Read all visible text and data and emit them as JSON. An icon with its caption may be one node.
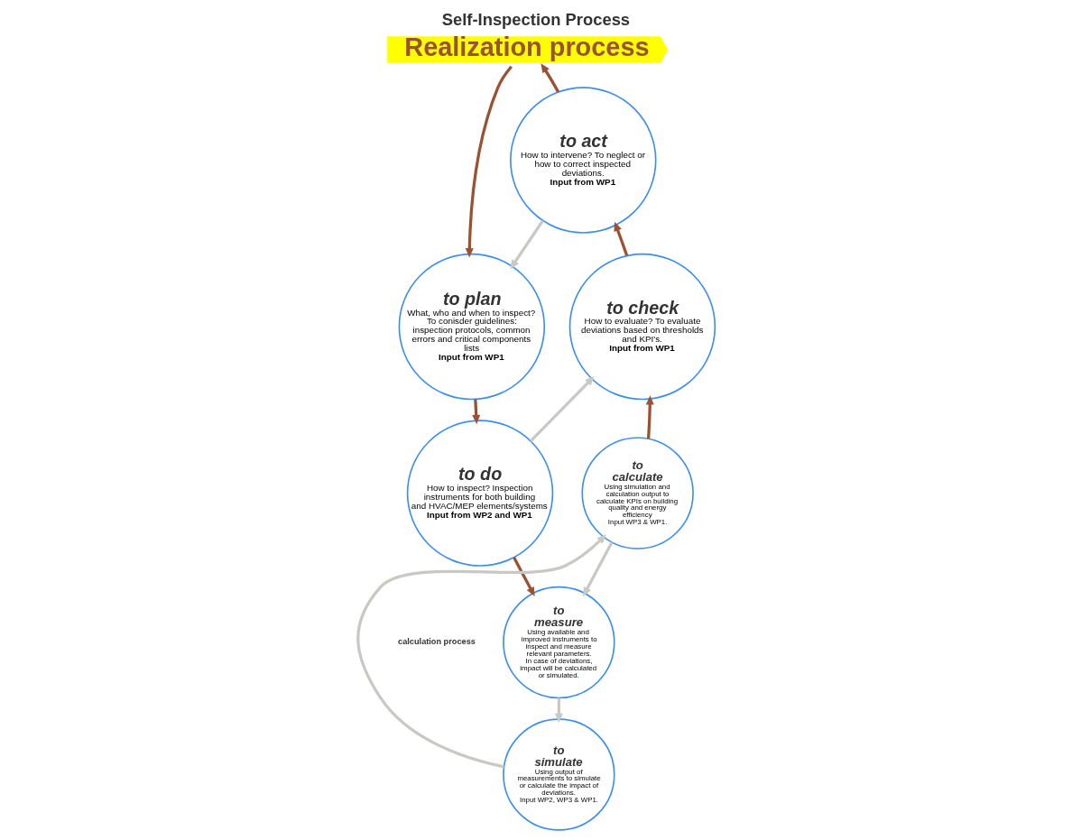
{
  "diagram": {
    "title": "Self-Inspection Process",
    "nodes": [
      {
        "text": [
          "Realization process"
        ]
      },
      {
        "text": [
          "to act",
          "How to intervene? To neglect or how to correct inspected deviations.",
          "Input from WP1"
        ]
      },
      {
        "text": [
          "to plan",
          "What, who and when to inspect? To conisder guidelines: inspection protocols, common errors and critical components lists",
          "Input from WP1"
        ]
      },
      {
        "text": [
          "to do",
          "How to inspect? Inspection instruments for both building and HVAC/MEP elements/systems",
          "Input from WP2 and WP1"
        ]
      },
      {
        "text": [
          "to check",
          "How to evaluate? To evaluate deviations based on thresholds and KPI's.",
          "Input from WP1"
        ]
      },
      {
        "text": [
          "to calculate",
          "Using simulation and calculation output to calculate KPIs on building quality and energy efficiency",
          "Input WP3 & WP1."
        ]
      },
      {
        "text": [
          "to measure",
          "Using available and improved instruments to inspect and measure relevant parameters.",
          "In case of deviations, impact will be calculated or simulated."
        ]
      },
      {
        "text": [
          "to simulate",
          "Using output of measurements to simulate or calculate the impact of deviations.",
          "Input WP2, WP3 & WP1."
        ]
      }
    ],
    "edges": [
      {
        "from": 1,
        "to": 0,
        "arrow": "to"
      },
      {
        "from": 0,
        "to": 2,
        "arrow": "to"
      },
      {
        "from": 1,
        "to": 2,
        "arrow": "to",
        "color": "#c8c8c4"
      },
      {
        "from": 2,
        "to": 3,
        "arrow": "to"
      },
      {
        "from": 3,
        "to": 4,
        "arrow": "to",
        "color": "#c8c8c4"
      },
      {
        "from": 4,
        "to": 1,
        "arrow": "to"
      },
      {
        "from": 3,
        "to": 6,
        "arrow": "to"
      },
      {
        "from": 5,
        "to": 4,
        "arrow": "to"
      },
      {
        "from": 5,
        "to": 6,
        "arrow": "to",
        "color": "#c8c8c4"
      },
      {
        "from": 6,
        "to": 7,
        "arrow": "to",
        "color": "#c8c8c4"
      },
      {
        "from": 7,
        "to": 5,
        "arrow": "to",
        "color": "#c8c8c4"
      }
    ],
    "labels": [
      "calculation process"
    ]
  }
}
